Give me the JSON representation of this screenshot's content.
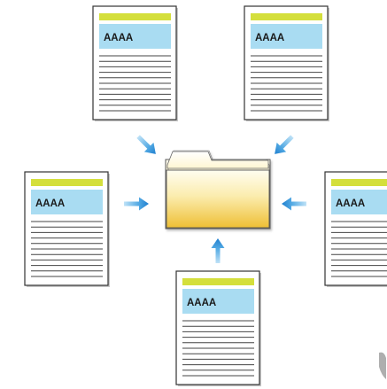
{
  "documents": [
    {
      "id": "doc-top-left",
      "label": "AAAA"
    },
    {
      "id": "doc-top-right",
      "label": "AAAA"
    },
    {
      "id": "doc-left",
      "label": "AAAA"
    },
    {
      "id": "doc-right",
      "label": "AAAA"
    },
    {
      "id": "doc-bottom",
      "label": "AAAA"
    }
  ],
  "colors": {
    "header_bar": "#d4df3c",
    "label_box": "#a9dcf2",
    "arrow": "#2e8fd6",
    "folder_top": "#fffce6",
    "folder_bottom": "#f0c23a",
    "lines": "#444444"
  },
  "icons": {
    "center": "folder-icon",
    "arrows": "arrow-icon"
  }
}
